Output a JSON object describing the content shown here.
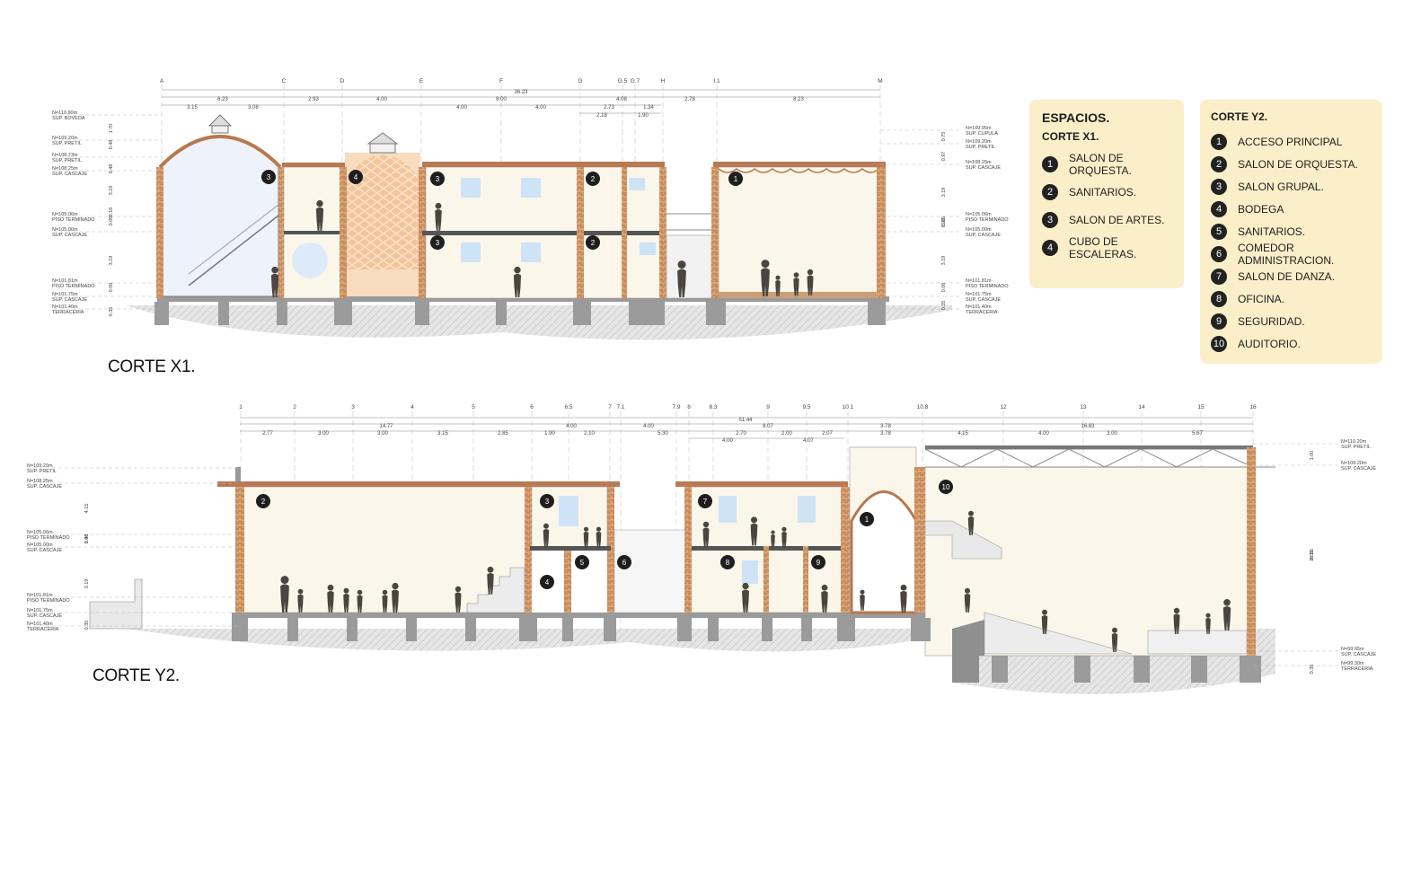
{
  "corte_x1": {
    "title": "CORTE X1.",
    "axes": [
      "A",
      "C",
      "D",
      "E",
      "F",
      "G",
      "G.5",
      "G.7",
      "H",
      "I.1",
      "M"
    ],
    "total_dim": "36.23",
    "dims_row1": [
      "6.23",
      "2.93",
      "4.00",
      "8.00",
      "4.08",
      "2.78",
      "8.23"
    ],
    "dims_row2": [
      "3.15",
      "3.08",
      "4.00",
      "4.00",
      "2.73",
      "1.34"
    ],
    "dims_row3": [
      "2.18",
      "1.90"
    ],
    "levels_left": [
      {
        "n": "N=110.90m",
        "label": "SUP. BOVEDA"
      },
      {
        "n": "N=109.20m",
        "label": "SUP. PRETIL"
      },
      {
        "n": "N=108.73m",
        "label": "SUP. PRETIL"
      },
      {
        "n": "N=108.25m",
        "label": "SUP. CASCAJE"
      },
      {
        "n": "N=105.06m",
        "label": "PISO TERMINADO"
      },
      {
        "n": "N=105.00m",
        "label": "SUP. CASCAJE"
      },
      {
        "n": "N=101.81m",
        "label": "PISO TERMINADO"
      },
      {
        "n": "N=101.75m",
        "label": "SUP. CASCAJE"
      },
      {
        "n": "N=101.40m",
        "label": "TERRACERIA"
      }
    ],
    "levels_right": [
      {
        "n": "N=109.95m",
        "label": "SUP. CUPULA"
      },
      {
        "n": "N=109.20m",
        "label": "SUP. PRETIL"
      },
      {
        "n": "N=108.25m",
        "label": "SUP. CASCAJE"
      },
      {
        "n": "N=105.06m",
        "label": "PISO TERMINADO"
      },
      {
        "n": "N=105.00m",
        "label": "SUP. CASCAJE"
      },
      {
        "n": "N=101.81m",
        "label": "PISO TERMINADO"
      },
      {
        "n": "N=101.75m",
        "label": "SUP. CASCAJE"
      },
      {
        "n": "N=101.40m",
        "label": "TERRACERIA"
      }
    ],
    "vdims_left": [
      "1.70",
      "0.48",
      "0.48",
      "3.19",
      "9.16",
      "0.06",
      "3.19",
      "0.06",
      "0.35"
    ],
    "vdims_right": [
      "0.75",
      "0.97",
      "3.19",
      "8.20",
      "0.06",
      "3.19",
      "0.06",
      "0.35"
    ],
    "room_markers": [
      "3",
      "4",
      "3",
      "2",
      "1",
      "3",
      "2"
    ]
  },
  "corte_y2": {
    "title": "CORTE Y2.",
    "axes": [
      "1",
      "2",
      "3",
      "4",
      "5",
      "6",
      "6.5",
      "7",
      "7.1",
      "7.9",
      "8",
      "8.3",
      "9",
      "9.5",
      "10.1",
      "10.8",
      "12",
      "13",
      "14",
      "15",
      "16"
    ],
    "total_dim": "51.44",
    "dims_row1": [
      "14.77",
      "4.00",
      "4.00",
      "8.07",
      "3.78",
      "16.83"
    ],
    "dims_row2": [
      "2.77",
      "3.00",
      "3.00",
      "3.15",
      "2.85",
      "1.90",
      "2.10",
      "5.30",
      "2.70",
      "2.00",
      "2.07",
      "3.78",
      "4.15",
      "4.00",
      "3.00",
      "5.67"
    ],
    "dims_row3": [
      "4.00",
      "4.07"
    ],
    "levels_left": [
      {
        "n": "N=109.20m",
        "label": "SUP. PRETIL"
      },
      {
        "n": "N=108.25m",
        "label": "SUP. CASCAJE"
      },
      {
        "n": "N=105.06m",
        "label": "PISO TERMINADO"
      },
      {
        "n": "N=105.00m",
        "label": "SUP. CASCAJE"
      },
      {
        "n": "N=101.81m",
        "label": "PISO TERMINADO"
      },
      {
        "n": "N=101.75m",
        "label": "SUP. CASCAJE"
      },
      {
        "n": "N=101.40m",
        "label": "TERRACERIA"
      }
    ],
    "levels_right": [
      {
        "n": "N=110.20m",
        "label": "SUP. PRETIL"
      },
      {
        "n": "N=109.20m",
        "label": "SUP. CASCAJE"
      },
      {
        "n": "N=99.65m",
        "label": "SUP. CASCAJE"
      },
      {
        "n": "N=99.30m",
        "label": "TERRACERIA"
      }
    ],
    "vdims_left": [
      "4.15",
      "3.48",
      "0.06",
      "3.19",
      "0.35"
    ],
    "vdims_right": [
      "1.00",
      "9.55",
      "10.55",
      "0.35"
    ],
    "room_markers": [
      "2",
      "3",
      "4",
      "5",
      "6",
      "7",
      "8",
      "9",
      "1",
      "10"
    ]
  },
  "legend_x1": {
    "title": "ESPACIOS.",
    "subtitle": "CORTE X1.",
    "items": [
      {
        "num": "1",
        "label": "SALON DE ORQUESTA."
      },
      {
        "num": "2",
        "label": "SANITARIOS."
      },
      {
        "num": "3",
        "label": "SALON DE ARTES."
      },
      {
        "num": "4",
        "label": "CUBO DE ESCALERAS."
      }
    ]
  },
  "legend_y2": {
    "title": "CORTE  Y2.",
    "items": [
      {
        "num": "1",
        "label": "ACCESO PRINCIPAL"
      },
      {
        "num": "2",
        "label": "SALON DE ORQUESTA."
      },
      {
        "num": "3",
        "label": "SALON GRUPAL."
      },
      {
        "num": "4",
        "label": "BODEGA"
      },
      {
        "num": "5",
        "label": "SANITARIOS."
      },
      {
        "num": "6",
        "label": "COMEDOR ADMINISTRACION."
      },
      {
        "num": "7",
        "label": "SALON DE DANZA."
      },
      {
        "num": "8",
        "label": "OFICINA."
      },
      {
        "num": "9",
        "label": "SEGURIDAD."
      },
      {
        "num": "10",
        "label": "AUDITORIO."
      }
    ]
  },
  "colors": {
    "legend_bg": "#fbefc9",
    "wall_brick": "#c98a5a",
    "room_fill": "#fbf6ea",
    "stair_core": "#f4c49a",
    "ground": "#d9d9d9",
    "figure": "#4a463e",
    "window": "#cfe3f7"
  }
}
